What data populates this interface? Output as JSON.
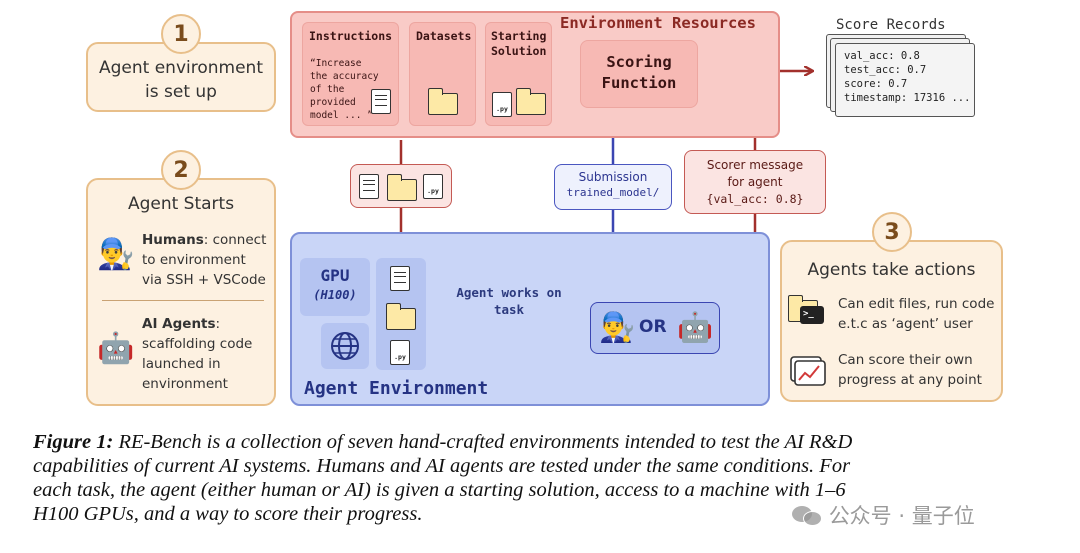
{
  "step1": {
    "number": "1",
    "line1": "Agent environment",
    "line2": "is set up"
  },
  "step2": {
    "number": "2",
    "title": "Agent Starts",
    "humans_bold": "Humans",
    "humans_rest": ": connect",
    "humans_line2": "to environment",
    "humans_line3": "via SSH + VSCode",
    "ai_bold": "AI Agents",
    "ai_rest": ":",
    "ai_line2": "scaffolding code",
    "ai_line3": "launched in",
    "ai_line4": "environment"
  },
  "step3": {
    "number": "3",
    "title": "Agents take actions",
    "action1_line1": "Can edit files, run code",
    "action1_line2": "e.t.c as ‘agent’ user",
    "action2_line1": "Can score their own",
    "action2_line2": "progress at any point",
    "terminal_prompt": ">_"
  },
  "resources": {
    "title": "Environment Resources",
    "instructions_title": "Instructions",
    "instructions_quote": [
      "“Increase",
      "the accuracy",
      "of the",
      "provided",
      "model ... ”"
    ],
    "datasets_title": "Datasets",
    "starting_title_1": "Starting",
    "starting_title_2": "Solution",
    "scoring_line1": "Scoring",
    "scoring_line2": "Function",
    "py_label": ".py"
  },
  "score_records": {
    "title": "Score Records",
    "lines": [
      "val_acc: 0.8",
      "test_acc: 0.7",
      "score: 0.7",
      "timestamp: 17316 ..."
    ]
  },
  "submission": {
    "label": "Submission",
    "value": "trained_model/"
  },
  "scorer_message": {
    "line1": "Scorer message",
    "line2": "for agent",
    "line3": "{val_acc: 0.8}"
  },
  "agent_env": {
    "title": "Agent Environment",
    "gpu_label": "GPU",
    "gpu_model": "(H100)",
    "works_line1": "Agent works on",
    "works_line2": "task",
    "or_label": "OR"
  },
  "caption": {
    "label": "Figure 1:",
    "line1": " RE-Bench is a collection of seven hand-crafted environments intended to test the AI R&D",
    "line2": "capabilities of current AI systems. Humans and AI agents are tested under the same conditions. For",
    "line3": "each task, the agent (either human or AI) is given a starting solution, access to a machine with 1–6",
    "line4": "H100 GPUs, and a way to score their progress."
  },
  "watermark": "公众号 · 量子位",
  "emoji": {
    "human": "👨‍🔧",
    "robot": "🤖"
  },
  "colors": {
    "orange_fill": "#fdf1e1",
    "orange_border": "#e8bf8a",
    "red_fill": "#f9cbc7",
    "red_border": "#e58e88",
    "arrow_red": "#a2302c",
    "blue_fill": "#c9d5f7",
    "blue_border": "#7e90d8",
    "arrow_blue": "#3b46b2"
  }
}
